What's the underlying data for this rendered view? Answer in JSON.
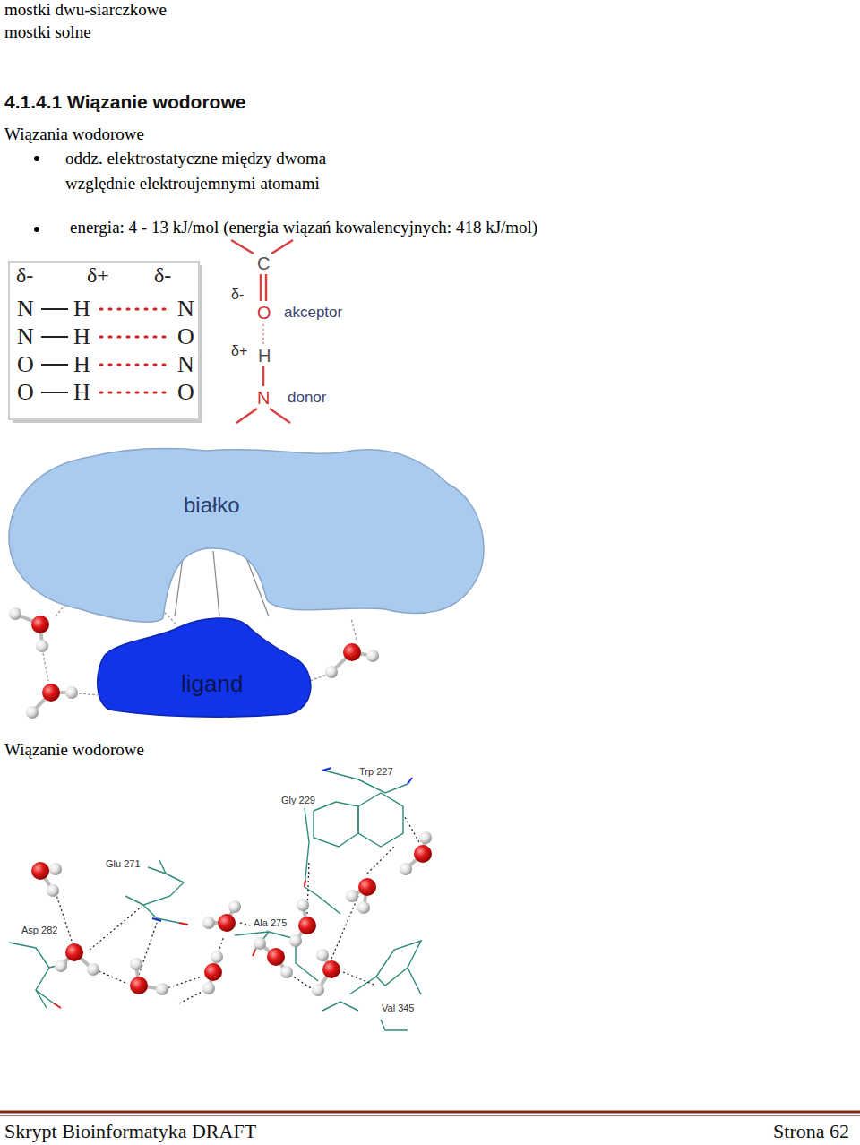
{
  "diagram": {
    "title": "4.1.4.1 Wiązanie wodorowe",
    "nodes": [
      {
        "text": [
          "białko"
        ]
      },
      {
        "text": [
          "ligand"
        ]
      }
    ],
    "edges": [
      {
        "from": 0,
        "to": 1,
        "arrow": "none"
      },
      {
        "from": 0,
        "to": 1,
        "arrow": "none"
      },
      {
        "from": 0,
        "to": 1,
        "arrow": "none"
      }
    ],
    "labels": [
      "mostki dwu-siarczkowe",
      "mostki solne",
      "Wiązania wodorowe",
      "oddz. elektrostatyczne między dwoma względnie elektroujemnymi atomami",
      "energia: 4 - 13 kJ/mol (energia wiązań kowalencyjnych: 418 kJ/mol)",
      "δ-",
      "δ+",
      "δ-",
      "N",
      "H",
      "N",
      "N",
      "H",
      "O",
      "O",
      "H",
      "N",
      "O",
      "H",
      "O",
      "C",
      "δ-",
      "O",
      "akceptor",
      "δ+",
      "H",
      "N",
      "donor",
      "Wiązanie wodorowe",
      "Trp 227",
      "Gly 229",
      "Glu 271",
      "Asp 282",
      "Ala 275",
      "Val 345",
      "Skrypt Bioinformatyka DRAFT",
      "Strona 62"
    ]
  }
}
